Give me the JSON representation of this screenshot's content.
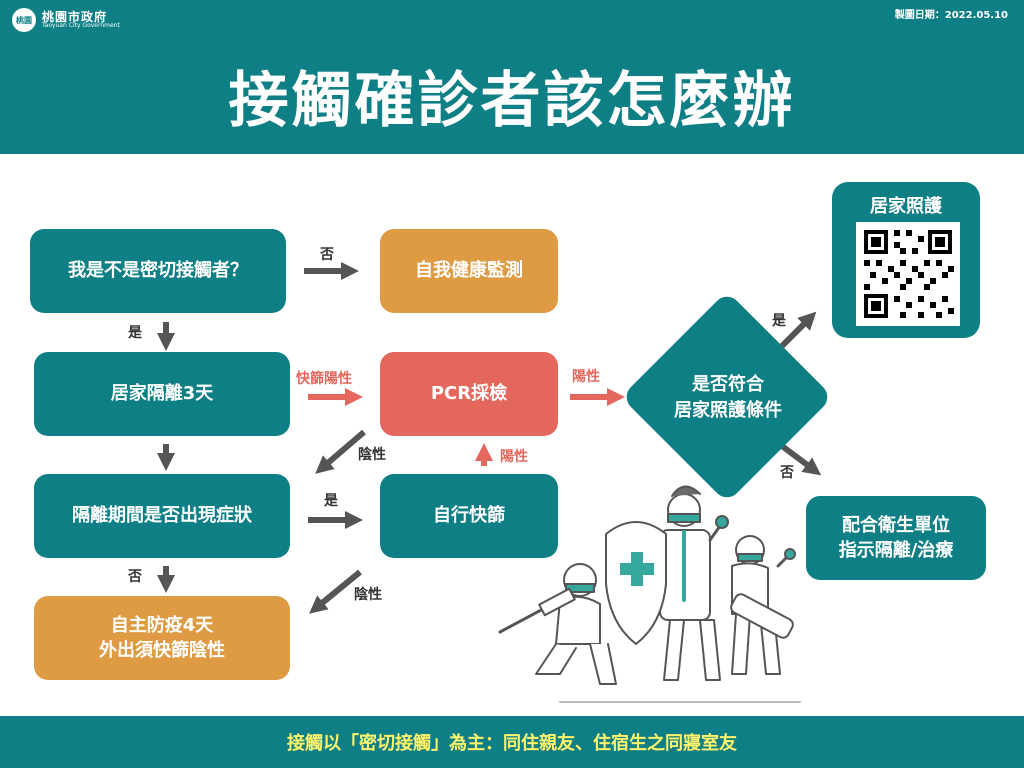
{
  "header": {
    "logo_mark": "桃園",
    "logo_cn": "桃園市政府",
    "logo_en": "Taoyuan City Government",
    "date": "製圖日期：2022.05.10",
    "title": "接觸確診者該怎麼辦"
  },
  "boxes": {
    "q_close_contact": "我是不是密切接觸者？",
    "self_monitor": "自我健康監測",
    "home_isolation": "居家隔離3天",
    "pcr": "PCR採檢",
    "symptoms_q": "隔離期間是否出現症狀",
    "self_rapid_test": "自行快篩",
    "self_prevention_line1": "自主防疫4天",
    "self_prevention_line2": "外出須快篩陰性",
    "home_care_q_line1": "是否符合",
    "home_care_q_line2": "居家照護條件",
    "health_unit_line1": "配合衛生單位",
    "health_unit_line2": "指示隔離/治療"
  },
  "labels": {
    "no_top": "否",
    "yes_left": "是",
    "rapid_positive": "快篩陽性",
    "positive": "陽性",
    "negative_upper": "陰性",
    "positive_up": "陽性",
    "yes_mid": "是",
    "no_bottom": "否",
    "negative_lower": "陰性",
    "yes_home_care": "是",
    "no_health_unit": "否"
  },
  "qr": {
    "title": "居家照護"
  },
  "footer": {
    "text": "接觸以「密切接觸」為主：同住親友、住宿生之同寢室友"
  },
  "colors": {
    "teal": "#0e7f84",
    "orange": "#df9a44",
    "red": "#e4675e",
    "footer_text": "#fff36b",
    "arrow_gray": "#555555"
  }
}
